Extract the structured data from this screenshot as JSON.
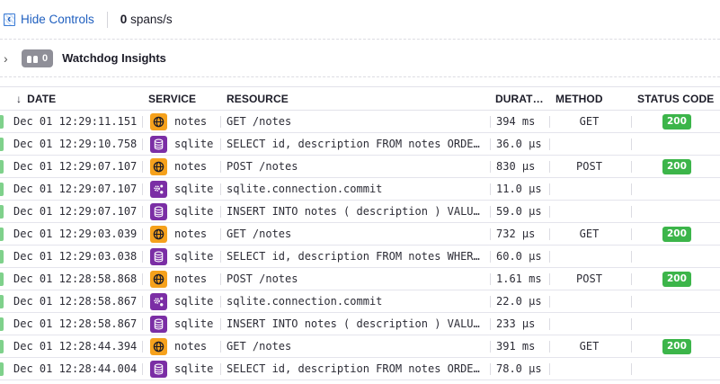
{
  "topbar": {
    "hide_controls_label": "Hide Controls",
    "spans_count": "0",
    "spans_unit": " spans/s"
  },
  "watchdog": {
    "count": "0",
    "title": "Watchdog Insights"
  },
  "table": {
    "columns": [
      "DATE",
      "SERVICE",
      "RESOURCE",
      "DURAT…",
      "METHOD",
      "STATUS CODE"
    ],
    "sort_indicator": "↓",
    "rows": [
      {
        "date": "Dec 01 12:29:11.151",
        "service": "notes",
        "service_icon": "globe-icon",
        "resource": "GET /notes",
        "duration": "394 ms",
        "method": "GET",
        "status": "200"
      },
      {
        "date": "Dec 01 12:29:10.758",
        "service": "sqlite",
        "service_icon": "database-icon",
        "resource": "SELECT id, description FROM notes ORDER…",
        "duration": "36.0 µs",
        "method": "",
        "status": ""
      },
      {
        "date": "Dec 01 12:29:07.107",
        "service": "notes",
        "service_icon": "globe-icon",
        "resource": "POST /notes",
        "duration": "830 µs",
        "method": "POST",
        "status": "200"
      },
      {
        "date": "Dec 01 12:29:07.107",
        "service": "sqlite",
        "service_icon": "gears-icon",
        "resource": "sqlite.connection.commit",
        "duration": "11.0 µs",
        "method": "",
        "status": ""
      },
      {
        "date": "Dec 01 12:29:07.107",
        "service": "sqlite",
        "service_icon": "database-icon",
        "resource": "INSERT INTO notes ( description ) VALUE…",
        "duration": "59.0 µs",
        "method": "",
        "status": ""
      },
      {
        "date": "Dec 01 12:29:03.039",
        "service": "notes",
        "service_icon": "globe-icon",
        "resource": "GET /notes",
        "duration": "732 µs",
        "method": "GET",
        "status": "200"
      },
      {
        "date": "Dec 01 12:29:03.038",
        "service": "sqlite",
        "service_icon": "database-icon",
        "resource": "SELECT id, description FROM notes WHERE…",
        "duration": "60.0 µs",
        "method": "",
        "status": ""
      },
      {
        "date": "Dec 01 12:28:58.868",
        "service": "notes",
        "service_icon": "globe-icon",
        "resource": "POST /notes",
        "duration": "1.61 ms",
        "method": "POST",
        "status": "200"
      },
      {
        "date": "Dec 01 12:28:58.867",
        "service": "sqlite",
        "service_icon": "gears-icon",
        "resource": "sqlite.connection.commit",
        "duration": "22.0 µs",
        "method": "",
        "status": ""
      },
      {
        "date": "Dec 01 12:28:58.867",
        "service": "sqlite",
        "service_icon": "database-icon",
        "resource": "INSERT INTO notes ( description ) VALUE…",
        "duration": "233 µs",
        "method": "",
        "status": ""
      },
      {
        "date": "Dec 01 12:28:44.394",
        "service": "notes",
        "service_icon": "globe-icon",
        "resource": "GET /notes",
        "duration": "391 ms",
        "method": "GET",
        "status": "200"
      },
      {
        "date": "Dec 01 12:28:44.004",
        "service": "sqlite",
        "service_icon": "database-icon",
        "resource": "SELECT id, description FROM notes ORDER…",
        "duration": "78.0 µs",
        "method": "",
        "status": ""
      }
    ]
  },
  "colors": {
    "link": "#1f5fbf",
    "status_ok": "#3cb54a",
    "row_indicator": "#7fd18b",
    "web_service": "#f5a11c",
    "db_service": "#7b2ea5"
  }
}
